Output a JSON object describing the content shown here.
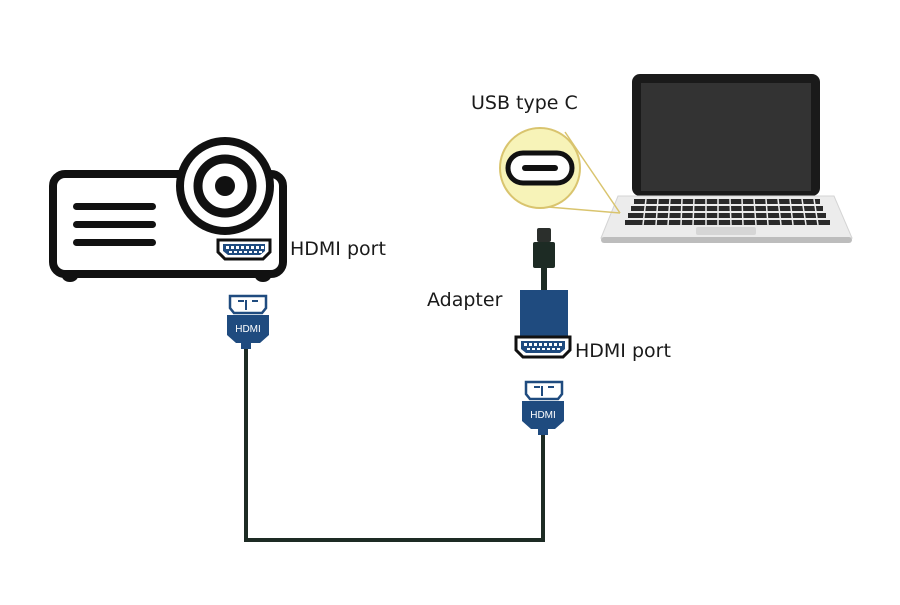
{
  "labels": {
    "projector_port": "HDMI port",
    "usb_type_c": "USB type C",
    "adapter": "Adapter",
    "adapter_port": "HDMI port"
  },
  "connectors": {
    "left_plug_text": "HDMI",
    "right_plug_text": "HDMI"
  },
  "colors": {
    "outline": "#111111",
    "plug_blue": "#1f4b7f",
    "cable": "#1d2b24",
    "callout_yellow": "#f7f3b8",
    "callout_stroke": "#d9c46e",
    "laptop_screen": "#333333",
    "laptop_body": "#ececec"
  }
}
